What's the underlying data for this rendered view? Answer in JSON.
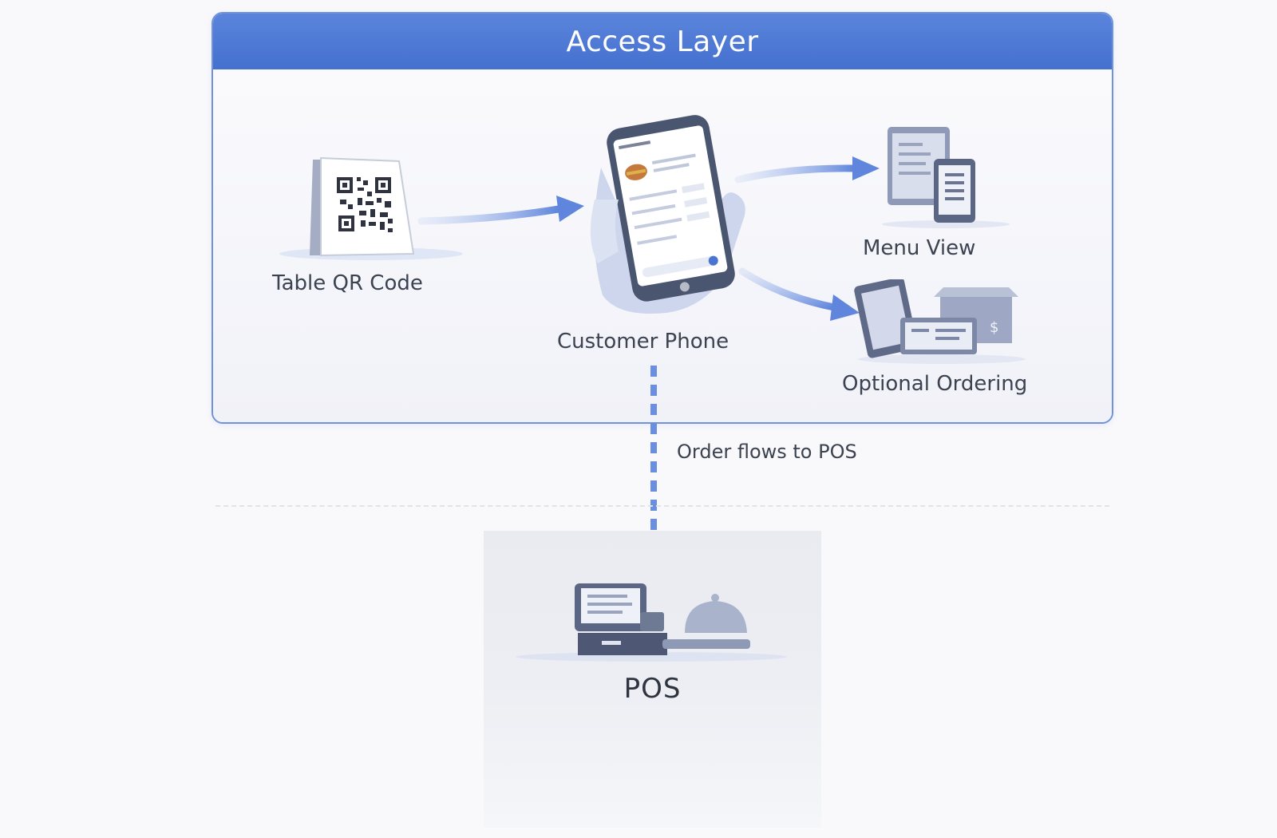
{
  "title": "Access Layer",
  "nodes": {
    "qr": "Table QR Code",
    "phone": "Customer Phone",
    "menu": "Menu View",
    "ordering": "Optional Ordering",
    "pos": "POS"
  },
  "flow_label": "Order flows to POS",
  "colors": {
    "accent": "#4a74d2",
    "arrow": "#6a8ee0",
    "text": "#3b4250"
  }
}
